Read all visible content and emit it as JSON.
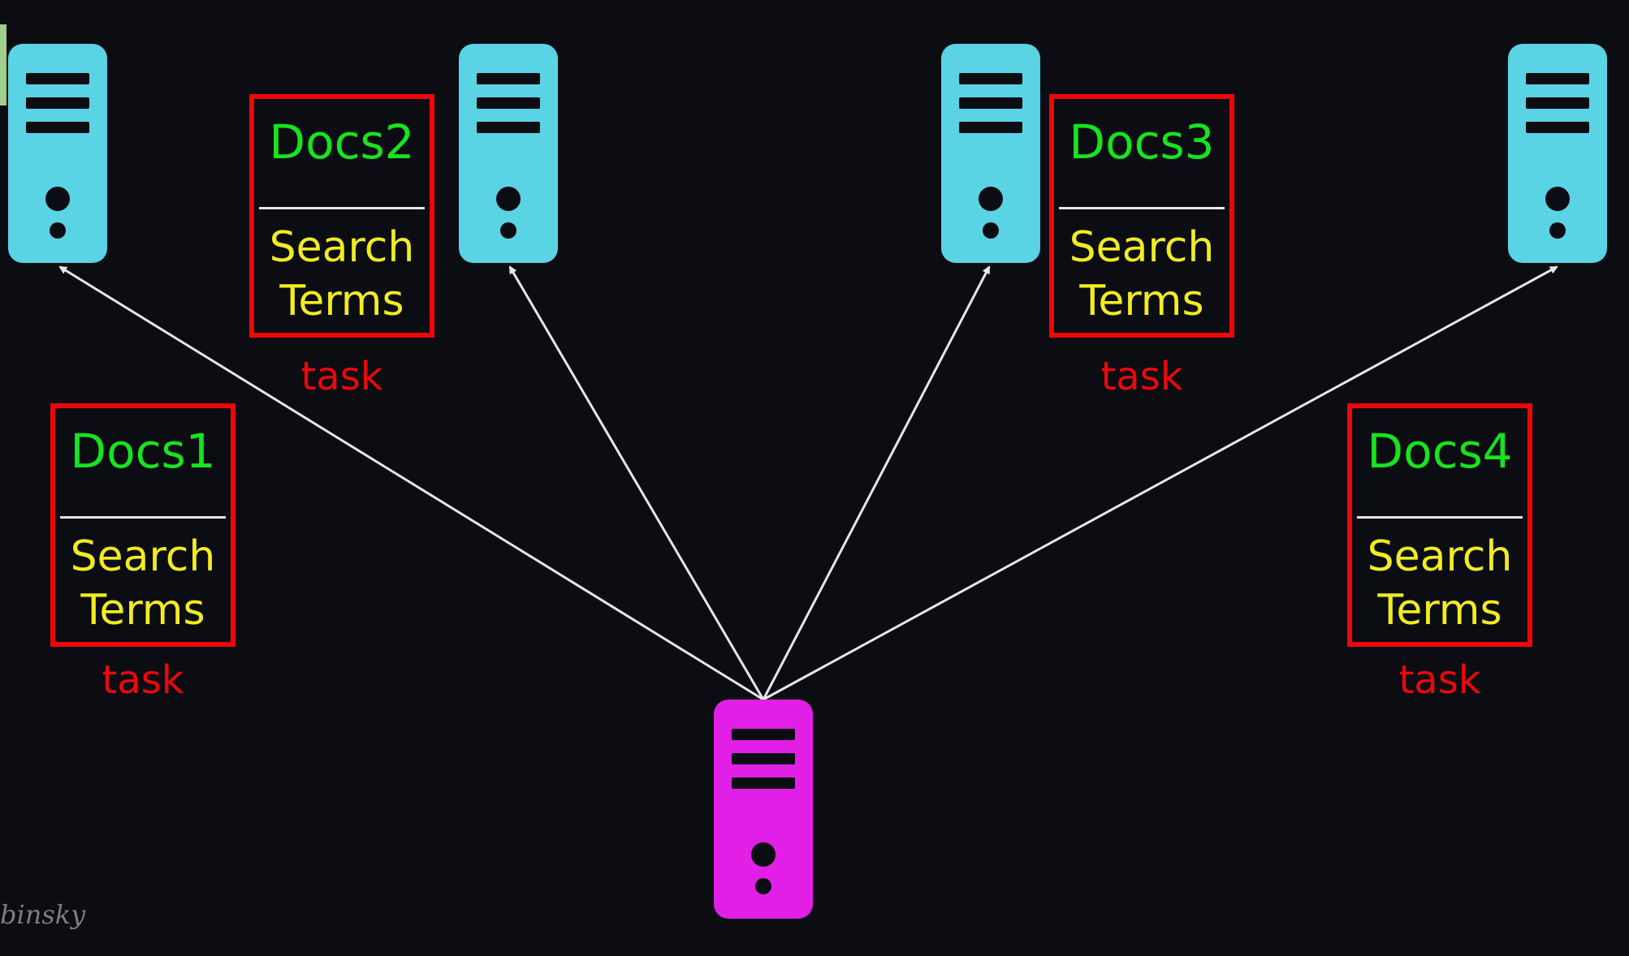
{
  "colors": {
    "background": "#0b0d13",
    "worker_server": "#5ad3e4",
    "coordinator_server": "#e21fe7",
    "task_border": "#ee0707",
    "docs_text": "#17e41e",
    "terms_text": "#f2ec21",
    "arrow": "#e6e6e6"
  },
  "tasks": [
    {
      "docs": "Docs1",
      "terms_line1": "Search",
      "terms_line2": "Terms",
      "label": "task"
    },
    {
      "docs": "Docs2",
      "terms_line1": "Search",
      "terms_line2": "Terms",
      "label": "task"
    },
    {
      "docs": "Docs3",
      "terms_line1": "Search",
      "terms_line2": "Terms",
      "label": "task"
    },
    {
      "docs": "Docs4",
      "terms_line1": "Search",
      "terms_line2": "Terms",
      "label": "task"
    }
  ],
  "watermark": "binsky"
}
